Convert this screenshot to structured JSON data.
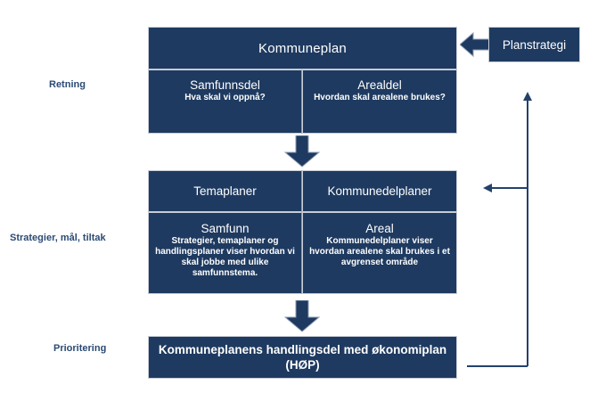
{
  "colors": {
    "box_fill": "#1e3a60",
    "box_border": "#c7ccd6",
    "divider": "#8d9bb2",
    "label_text": "#2b4a73",
    "connector": "#24416b",
    "background": "#ffffff"
  },
  "stage_labels": [
    {
      "id": "retning",
      "text": "Retning"
    },
    {
      "id": "strategier",
      "text": "Strategier, mål, tiltak"
    },
    {
      "id": "prioritering",
      "text": "Prioritering"
    }
  ],
  "top_group": {
    "header": "Kommuneplan",
    "cells": [
      {
        "title": "Samfunnsdel",
        "subtitle": "Hva skal vi oppnå?"
      },
      {
        "title": "Arealdel",
        "subtitle": "Hvordan skal arealene brukes?"
      }
    ]
  },
  "middle_group": {
    "headers": [
      {
        "text": "Temaplaner"
      },
      {
        "text": "Kommunedelplaner"
      }
    ],
    "cells": [
      {
        "title": "Samfunn",
        "subtitle": "Strategier, temaplaner og handlingsplaner viser hvordan vi skal jobbe med ulike samfunnstema."
      },
      {
        "title": "Areal",
        "subtitle": "Kommunedelplaner viser hvordan arealene skal brukes i et avgrenset område"
      }
    ]
  },
  "bottom_group": {
    "title": "Kommuneplanens handlingsdel med økonomiplan (HØP)"
  },
  "side_box": {
    "label": "Planstrategi",
    "arrow_icon": "arrow-left-icon"
  },
  "flow_arrows": [
    {
      "id": "top-to-middle",
      "icon": "arrow-down-icon"
    },
    {
      "id": "middle-to-bottom",
      "icon": "arrow-down-icon"
    }
  ],
  "feedback_connector": {
    "icon": "feedback-loop-icon",
    "from": "Kommuneplanens handlingsdel med økonomiplan (HØP)",
    "to_up": "Planstrategi",
    "to_left": "Temaplaner"
  }
}
